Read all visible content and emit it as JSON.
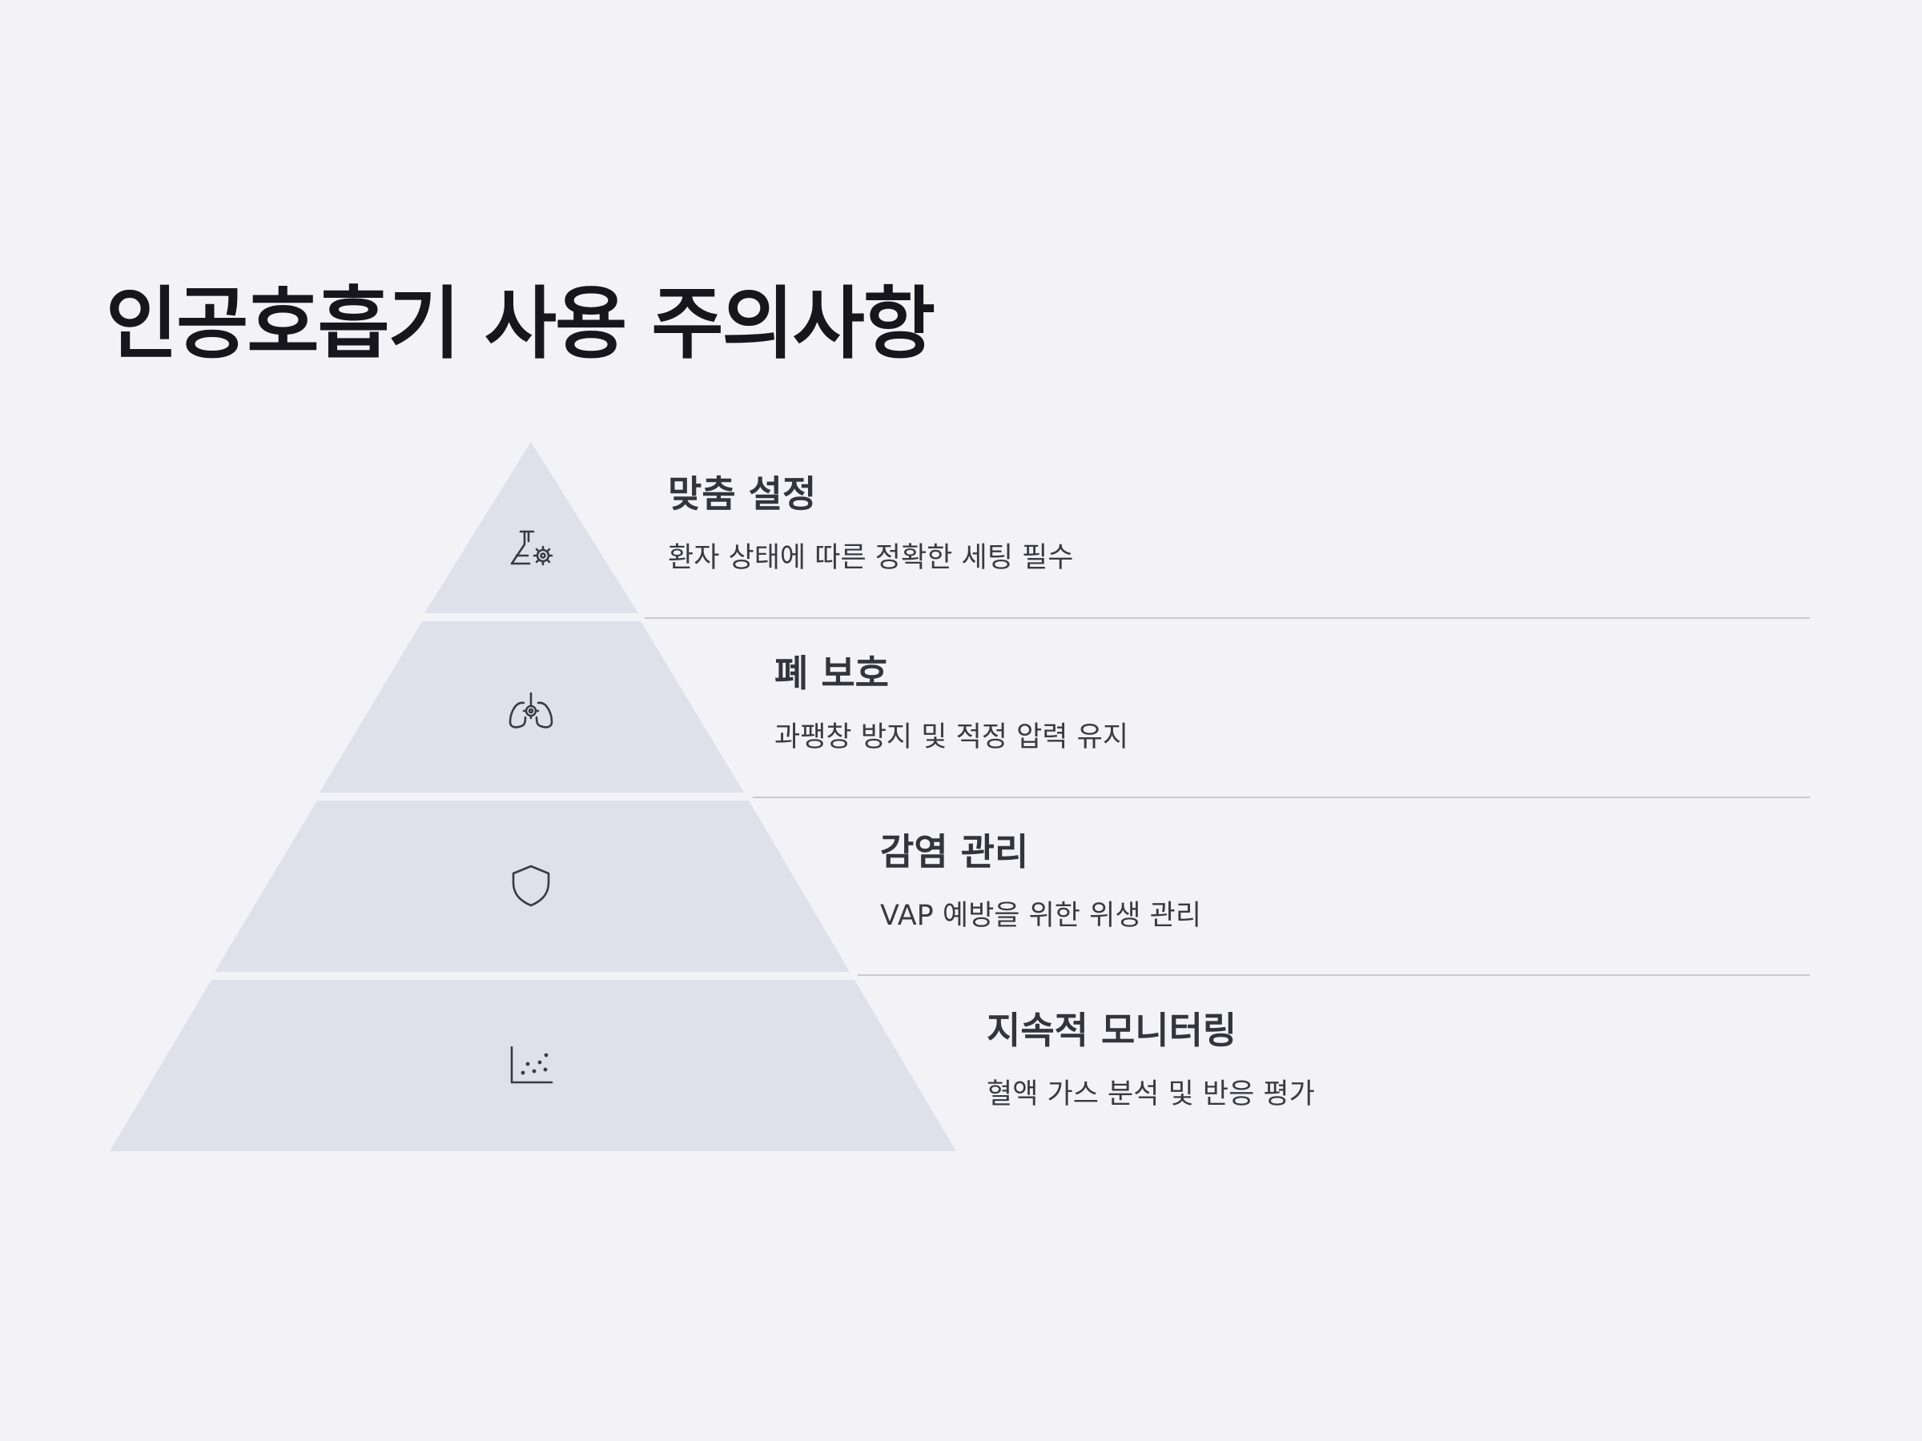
{
  "title": "인공호흡기 사용 주의사항",
  "colors": {
    "background": "#f3f3f7",
    "segment": "#e0e0eb",
    "divider": "#c8c8cf",
    "icon": "#3a3a44",
    "heading": "#34343c",
    "title": "#16161c"
  },
  "levels": [
    {
      "heading": "맞춤 설정",
      "description": "환자 상태에 따른 정확한 세팅 필수",
      "icon": "flask-gear-icon"
    },
    {
      "heading": "폐 보호",
      "description": "과팽창 방지 및 적정 압력 유지",
      "icon": "lungs-icon"
    },
    {
      "heading": "감염 관리",
      "description": "VAP 예방을 위한 위생 관리",
      "icon": "shield-icon"
    },
    {
      "heading": "지속적 모니터링",
      "description": "혈액 가스 분석 및 반응 평가",
      "icon": "scatter-chart-icon"
    }
  ]
}
